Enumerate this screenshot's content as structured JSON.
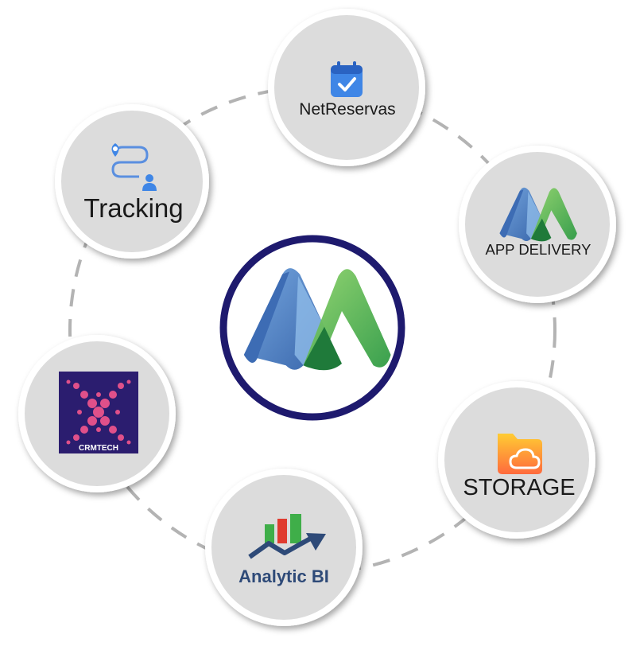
{
  "center": {
    "logo": "m-logo",
    "colors": {
      "ring": "#1e1a6e",
      "blue": "#4a7fc9",
      "green": "#3fae49"
    }
  },
  "nodes": [
    {
      "id": "netreservas",
      "label": "NetReservas",
      "icon": "calendar-check-icon"
    },
    {
      "id": "app-delivery",
      "label": "APP DELIVERY",
      "icon": "m-logo"
    },
    {
      "id": "storage",
      "label": "STORAGE",
      "icon": "cloud-folder-icon"
    },
    {
      "id": "analytic-bi",
      "label": "Analytic BI",
      "icon": "bar-chart-trend-icon"
    },
    {
      "id": "crmtech",
      "label": "CRMTECH",
      "icon": "crmtech-logo"
    },
    {
      "id": "tracking",
      "label": "Tracking",
      "icon": "route-pin-user-icon"
    }
  ],
  "colors": {
    "node_fill": "#dcdcdc",
    "node_border": "#ffffff",
    "dash": "#b3b3b3",
    "analytic_text": "#2e4a78",
    "crm_bg": "#2b1d6f",
    "crm_dots": "#e0508a"
  }
}
